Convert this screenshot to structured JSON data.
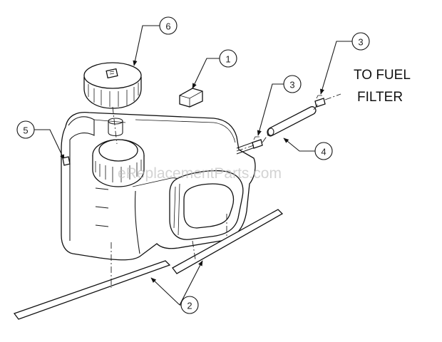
{
  "diagram": {
    "note": [
      "TO FUEL",
      "FILTER"
    ],
    "watermark": "eReplacementParts.com",
    "callouts": [
      {
        "id": "callout-1",
        "label": "1"
      },
      {
        "id": "callout-2",
        "label": "2"
      },
      {
        "id": "callout-3a",
        "label": "3"
      },
      {
        "id": "callout-3b",
        "label": "3"
      },
      {
        "id": "callout-4",
        "label": "4"
      },
      {
        "id": "callout-5",
        "label": "5"
      },
      {
        "id": "callout-6",
        "label": "6"
      }
    ]
  }
}
